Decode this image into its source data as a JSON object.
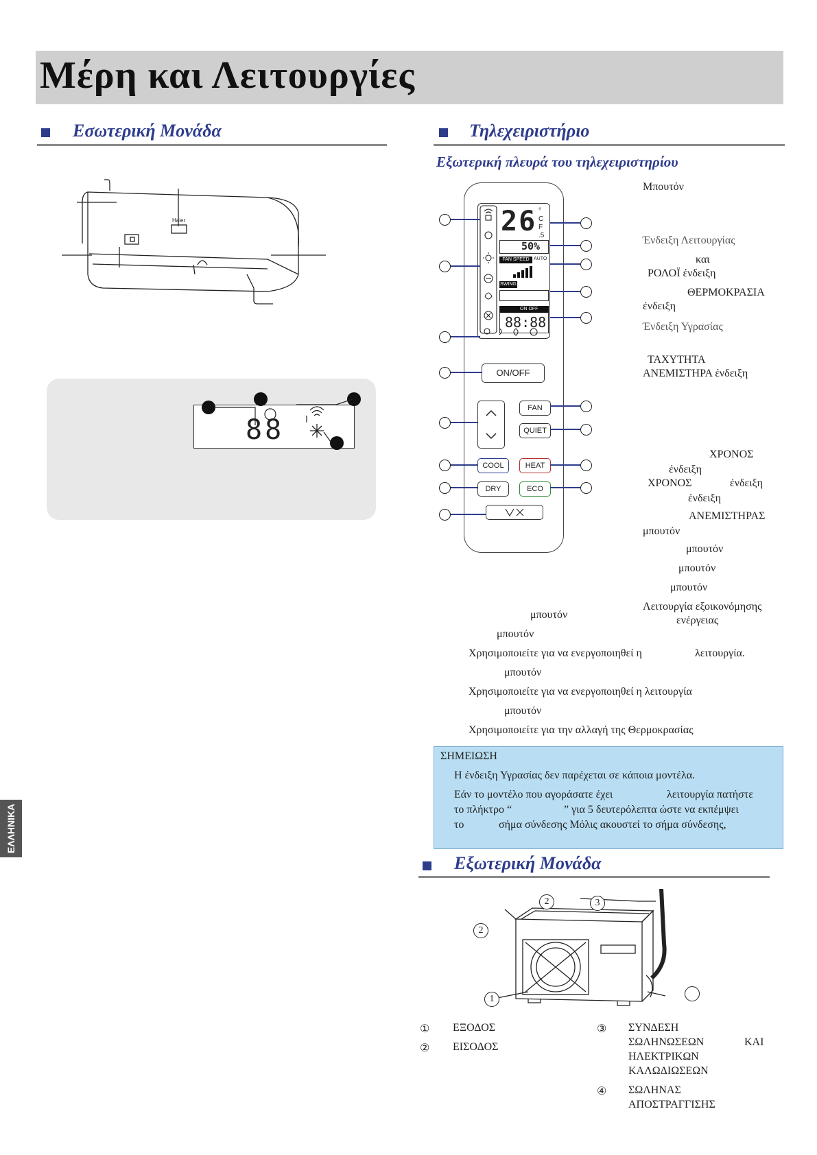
{
  "page": {
    "title": "Μέρη και Λειτουργίες",
    "side_tab": "ΕΛΛΗΝΙΚΑ"
  },
  "sections": {
    "indoor": "Εσωτερική Μονάδα",
    "remote": "Τηλεχειριστήριο",
    "remote_sub": "Εξωτερική πλευρά του τηλεχειριστηρίου",
    "outdoor": "Εξωτερική Μονάδα"
  },
  "indoor_display": {
    "digits": "88"
  },
  "remote": {
    "lcd_temp": "26",
    "lcd_humidity": "50%",
    "fan_speed_label": "FAN SPEED",
    "auto_label": "AUTO",
    "swing_label": "SWING",
    "on_off_label": "ON  OFF",
    "clock": "88:88",
    "buttons": {
      "onoff": "ON/OFF",
      "fan": "FAN",
      "quiet": "QUIET",
      "cool": "COOL",
      "heat": "HEAT",
      "dry": "DRY",
      "eco": "ECO"
    }
  },
  "remote_labels": [
    "Μπουτόν",
    "Ένδειξη Λειτουργίας",
    "και",
    "ΡΟΛΟΪ   ένδειξη",
    "ΘΕΡΜΟΚΡΑΣΙΑ",
    "ένδειξη",
    "Ένδειξη Υγρασίας",
    "ΤΑΧΥΤΗΤΑ",
    "ΑΝΕΜΙΣΤΗΡΑ    ένδειξη",
    "ΧΡΟΝΟΣ",
    "ένδειξη",
    "ΧΡΟΝΟΣ",
    "ένδειξη",
    "ένδειξη",
    "ΑΝΕΜΙΣΤΗΡΑΣ",
    "μπουτόν",
    "μπουτόν",
    "μπουτόν",
    "μπουτόν",
    "Λειτουργία  εξοικονόμησης",
    "ενέργειας",
    "μπουτόν",
    "μπουτόν",
    "Χρησιμοποιείτε για να ενεργοποιηθεί η",
    "λειτουργία.",
    "μπουτόν",
    "Χρησιμοποιείτε για να ενεργοποιηθεί η λειτουργία",
    "μπουτόν",
    "Χρησιμοποιείτε για την αλλαγή της Θερμοκρασίας"
  ],
  "note": {
    "title": "ΣΗΜΕΙΩΣΗ",
    "line1": "Η ένδειξη Υγρασίας δεν παρέχεται σε κάποια μοντέλα.",
    "line2a": "Εάν το μοντέλο που αγοράσατε έχει",
    "line2b": "λειτουργία  πατήστε",
    "line3a": "το πλήκτρο “",
    "line3b": "” για 5 δευτερόλεπτα ώστε να εκπέμψει",
    "line4a": "το",
    "line4b": "σήμα σύνδεσης  Μόλις ακουστεί το σήμα σύνδεσης,"
  },
  "outdoor": {
    "callouts": [
      "2",
      "3",
      "2",
      "1"
    ],
    "legend": [
      {
        "num": "①",
        "text": "ΕΞΟΔΟΣ"
      },
      {
        "num": "②",
        "text": "ΕΙΣΟΔΟΣ"
      },
      {
        "num": "③",
        "text": "ΣΥΝΔΕΣΗ"
      },
      {
        "num": "",
        "text": "ΣΩΛΗΝΩΣΕΩΝ"
      },
      {
        "num": "",
        "text": "ΚΑΙ"
      },
      {
        "num": "",
        "text": "ΗΛΕΚΤΡΙΚΩΝ"
      },
      {
        "num": "",
        "text": "ΚΑΛΩΔΙΩΣΕΩΝ"
      },
      {
        "num": "④",
        "text": "ΣΩΛΗΝΑΣ"
      },
      {
        "num": "",
        "text": "ΑΠΟΣΤΡΑΓΓΙΣΗΣ"
      }
    ]
  }
}
